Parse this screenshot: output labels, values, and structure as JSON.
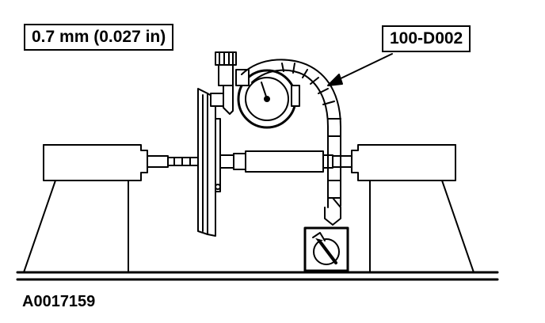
{
  "labels": {
    "measurement": "0.7 mm (0.027 in)",
    "tool_number": "100-D002",
    "figure_id": "A0017159"
  },
  "colors": {
    "ink": "#000000",
    "paper": "#ffffff"
  },
  "icons": {
    "dial_indicator": "dial-indicator-icon",
    "magnetic_base": "magnetic-base-icon"
  }
}
